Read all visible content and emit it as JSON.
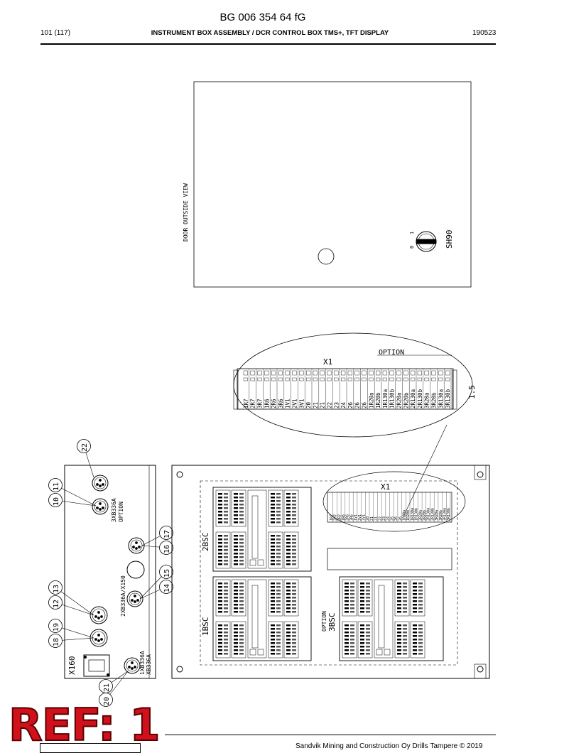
{
  "header": {
    "doc_number": "BG 006 354 64 fG",
    "page": "101 (117)",
    "title": "INSTRUMENT BOX ASSEMBLY / DCR CONTROL BOX TMS+, TFT DISPLAY",
    "date": "190523"
  },
  "door": {
    "caption": "DOOR OUTSIDE VIEW",
    "switch_label": "SH90",
    "switch_pos_0": "0",
    "switch_pos_1": "1"
  },
  "terminal_detail": {
    "block_label": "X1",
    "option_label": "OPTION",
    "reference": "1.5",
    "terminals": [
      "1R7",
      "2R7",
      "3R7",
      "1R6",
      "2R6",
      "3R6",
      "1V1",
      "2V1",
      "3V1",
      "20",
      "21",
      "21",
      "22",
      "23",
      "24",
      "26",
      "26",
      "26",
      "1R20a",
      "1R20b",
      "1R130a",
      "1R130b",
      "2R20a",
      "2R20b",
      "2R130a",
      "2R130b",
      "3R20a",
      "3R20b",
      "3R130a",
      "3R130b"
    ]
  },
  "box": {
    "x1_label": "X1",
    "module_2bsc": "2BSC",
    "module_1bsc": "1BSC",
    "module_3bsc": "3BSC",
    "option_3bsc": "OPTION",
    "connector_top": "3XB336A",
    "connector_top_option": "OPTION",
    "connector_mid": "2XB336A/X150",
    "connector_bottom_1": "1XB336A",
    "connector_bottom_2": "XB336A",
    "x160": "X160"
  },
  "callouts": [
    "22",
    "10",
    "11",
    "16",
    "17",
    "14",
    "15",
    "12",
    "13",
    "18",
    "19",
    "20",
    "21"
  ],
  "stamp": "REF: 1",
  "footer": {
    "copyright": "Sandvik Mining and Construction Oy Drills Tampere © 2019"
  }
}
